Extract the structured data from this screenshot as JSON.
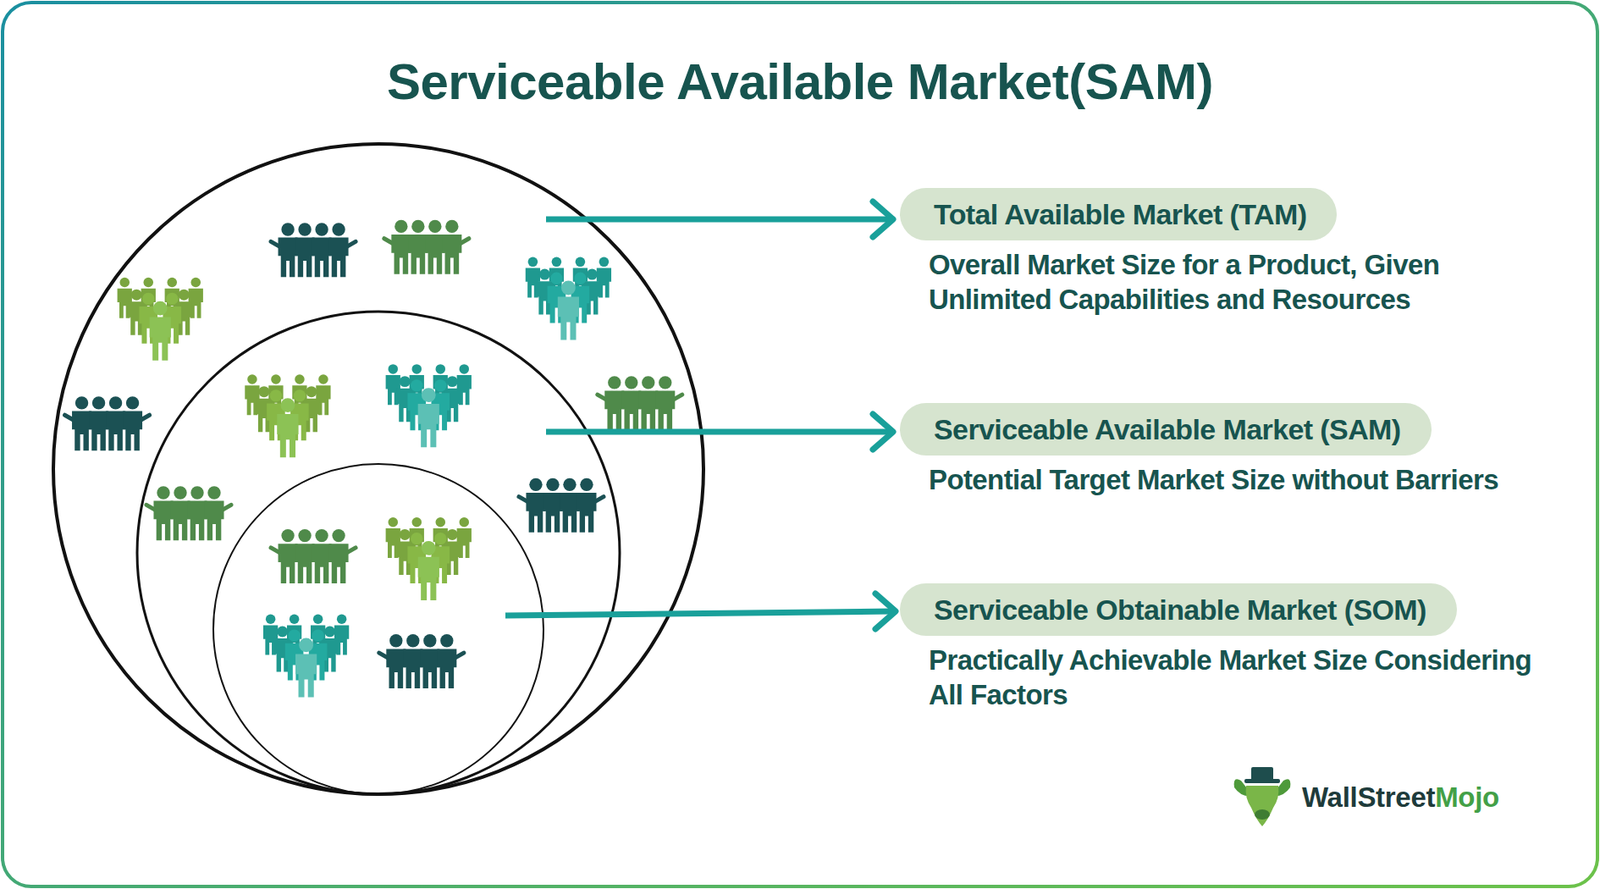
{
  "diagram": {
    "title": "Serviceable Available Market(SAM)",
    "nodes": [
      {
        "text": [
          "Total Available Market (TAM)",
          "Overall Market Size for a Product, Given Unlimited Capabilities and Resources"
        ]
      },
      {
        "text": [
          "Serviceable Available Market (SAM)",
          "Potential Target Market Size without Barriers"
        ]
      },
      {
        "text": [
          "Serviceable Obtainable Market (SOM)",
          "Practically Achievable Market Size Considering All Factors"
        ]
      }
    ],
    "labels": [
      "WallStreet",
      "Mojo"
    ]
  }
}
